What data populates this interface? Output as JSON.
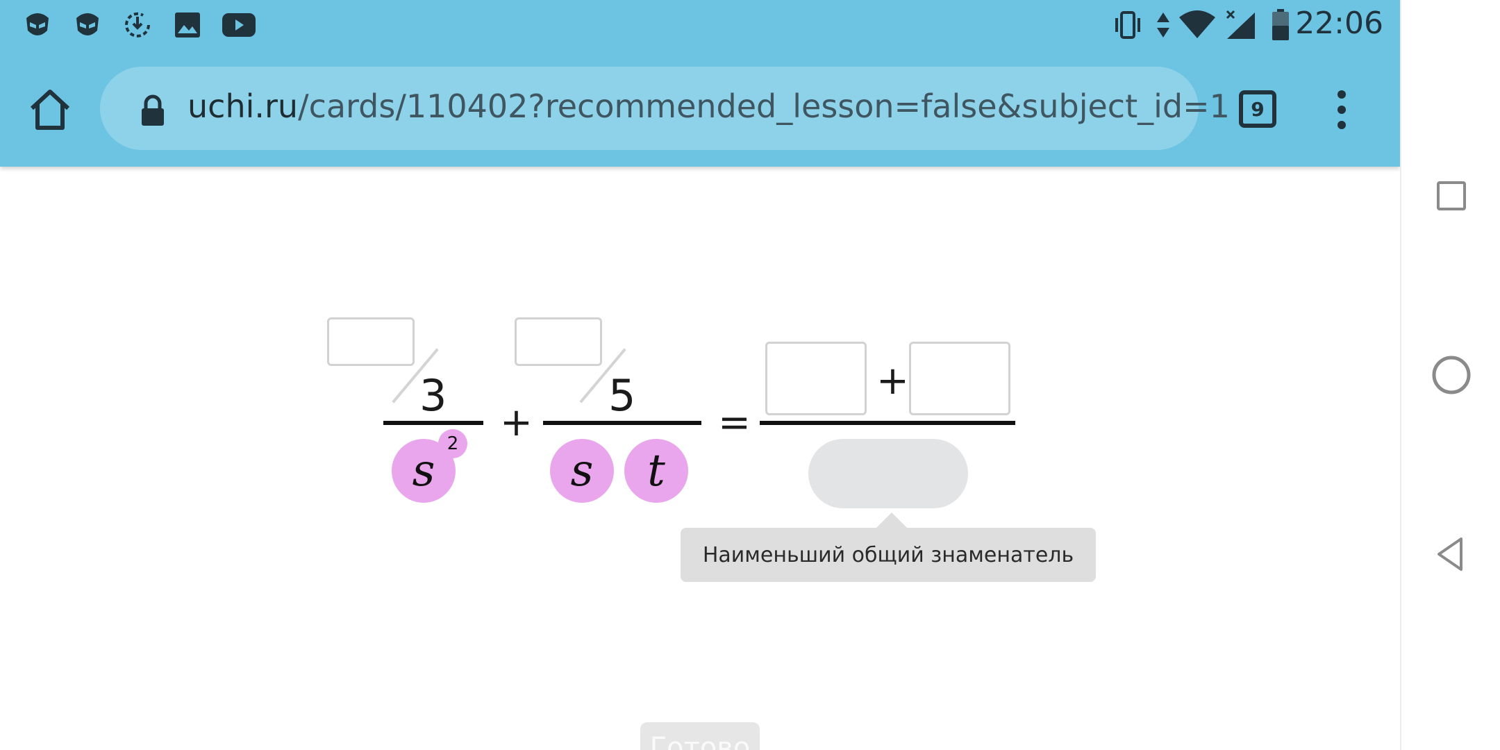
{
  "status_bar": {
    "time": "22:06",
    "left_icons": [
      "helmet-icon",
      "helmet-icon",
      "download-clock-icon",
      "image-icon",
      "youtube-icon"
    ],
    "right_icons": [
      "vibrate-icon",
      "data-arrows-icon",
      "wifi-icon",
      "signal-icon",
      "battery-icon"
    ]
  },
  "browser": {
    "url_domain": "uchi.ru",
    "url_path": "/cards/110402?recommended_lesson=false&subject_id=1",
    "tab_count": "9"
  },
  "exercise": {
    "fraction1": {
      "numerator": "3",
      "denominator_var": "s",
      "exponent": "2"
    },
    "plus1": "+",
    "fraction2": {
      "numerator": "5",
      "denominator_vars": [
        "s",
        "t"
      ]
    },
    "equals": "=",
    "result_plus": "+",
    "tooltip": "Наименьший общий знаменатель",
    "done_label": "Готово"
  },
  "colors": {
    "chrome": "#6cc3e2",
    "urlbar": "#8ed2ea",
    "variable_bubble": "#e9a6ec",
    "tooltip_bg": "#dedede"
  }
}
